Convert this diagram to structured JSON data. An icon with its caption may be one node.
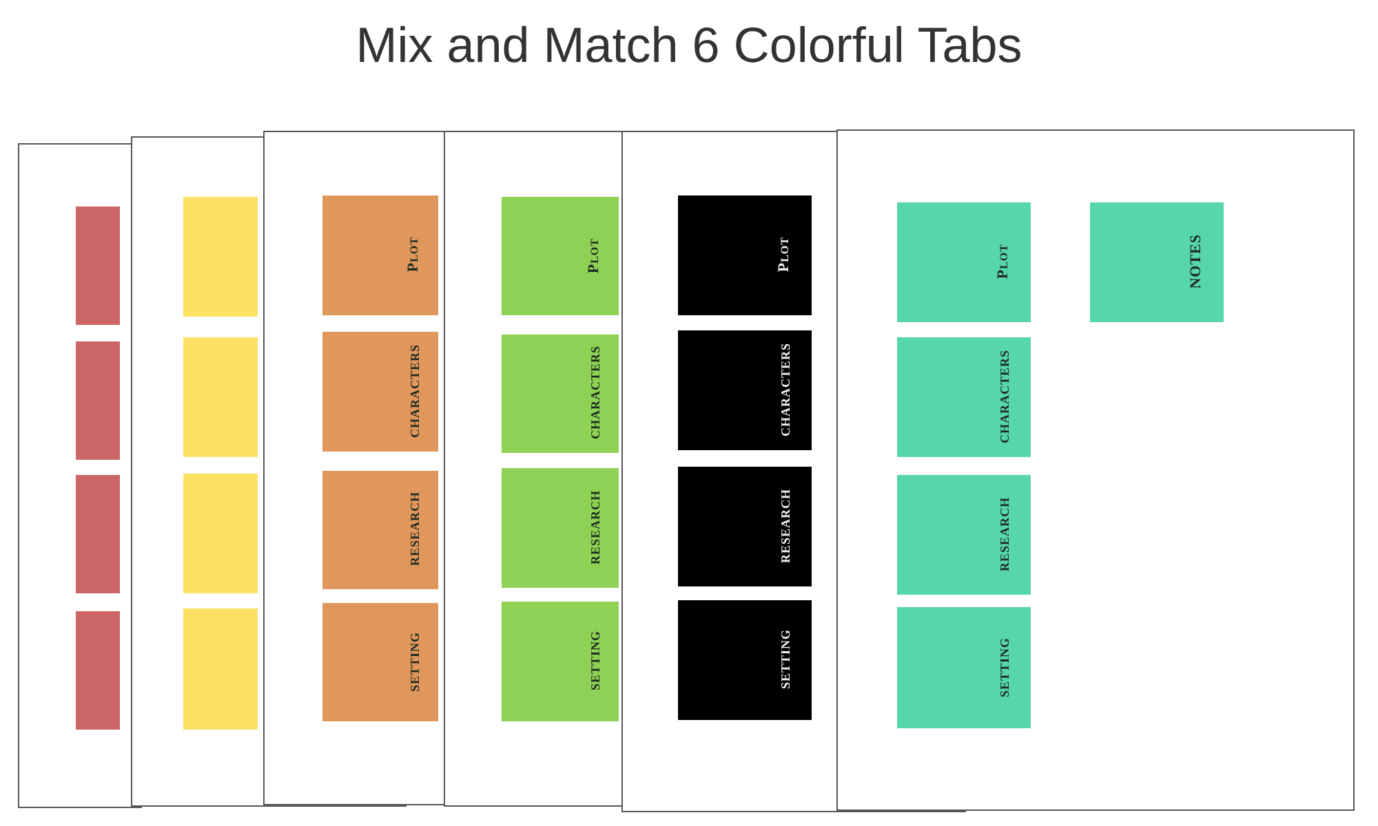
{
  "diagram": {
    "title": "Mix and Match 6 Colorful Tabs",
    "nodes": [
      {
        "text": [],
        "shape": "box"
      },
      {
        "text": [],
        "shape": "box",
        "in": 0
      },
      {
        "text": [],
        "shape": "box",
        "in": 0
      },
      {
        "text": [],
        "shape": "box",
        "in": 0
      },
      {
        "text": [],
        "shape": "box",
        "in": 0
      },
      {
        "text": [],
        "shape": "box"
      },
      {
        "text": [],
        "shape": "box",
        "in": 5
      },
      {
        "text": [],
        "shape": "box",
        "in": 5
      },
      {
        "text": [],
        "shape": "box",
        "in": 5
      },
      {
        "text": [],
        "shape": "box",
        "in": 5
      },
      {
        "text": [],
        "shape": "box"
      },
      {
        "text": [
          "Plot"
        ],
        "in": 10
      },
      {
        "text": [
          "CHARACTERS"
        ],
        "in": 10
      },
      {
        "text": [
          "RESEARCH"
        ],
        "in": 10
      },
      {
        "text": [
          "SETTING"
        ],
        "in": 10
      },
      {
        "text": [],
        "shape": "box"
      },
      {
        "text": [
          "Plot"
        ],
        "in": 15
      },
      {
        "text": [
          "CHARACTERS"
        ],
        "in": 15
      },
      {
        "text": [
          "RESEARCH"
        ],
        "in": 15
      },
      {
        "text": [
          "SETTING"
        ],
        "in": 15
      },
      {
        "text": [],
        "shape": "box"
      },
      {
        "text": [
          "Plot"
        ],
        "in": 20
      },
      {
        "text": [
          "CHARACTERS"
        ],
        "in": 20
      },
      {
        "text": [
          "RESEARCH"
        ],
        "in": 20
      },
      {
        "text": [
          "SETTING"
        ],
        "in": 20
      },
      {
        "text": [],
        "shape": "box"
      },
      {
        "text": [
          "Plot"
        ],
        "in": 25
      },
      {
        "text": [
          "NOTES"
        ],
        "in": 25
      },
      {
        "text": [
          "CHARACTERS"
        ],
        "in": 25
      },
      {
        "text": [
          "RESEARCH"
        ],
        "in": 25
      },
      {
        "text": [
          "SETTING"
        ],
        "in": 25
      }
    ]
  }
}
